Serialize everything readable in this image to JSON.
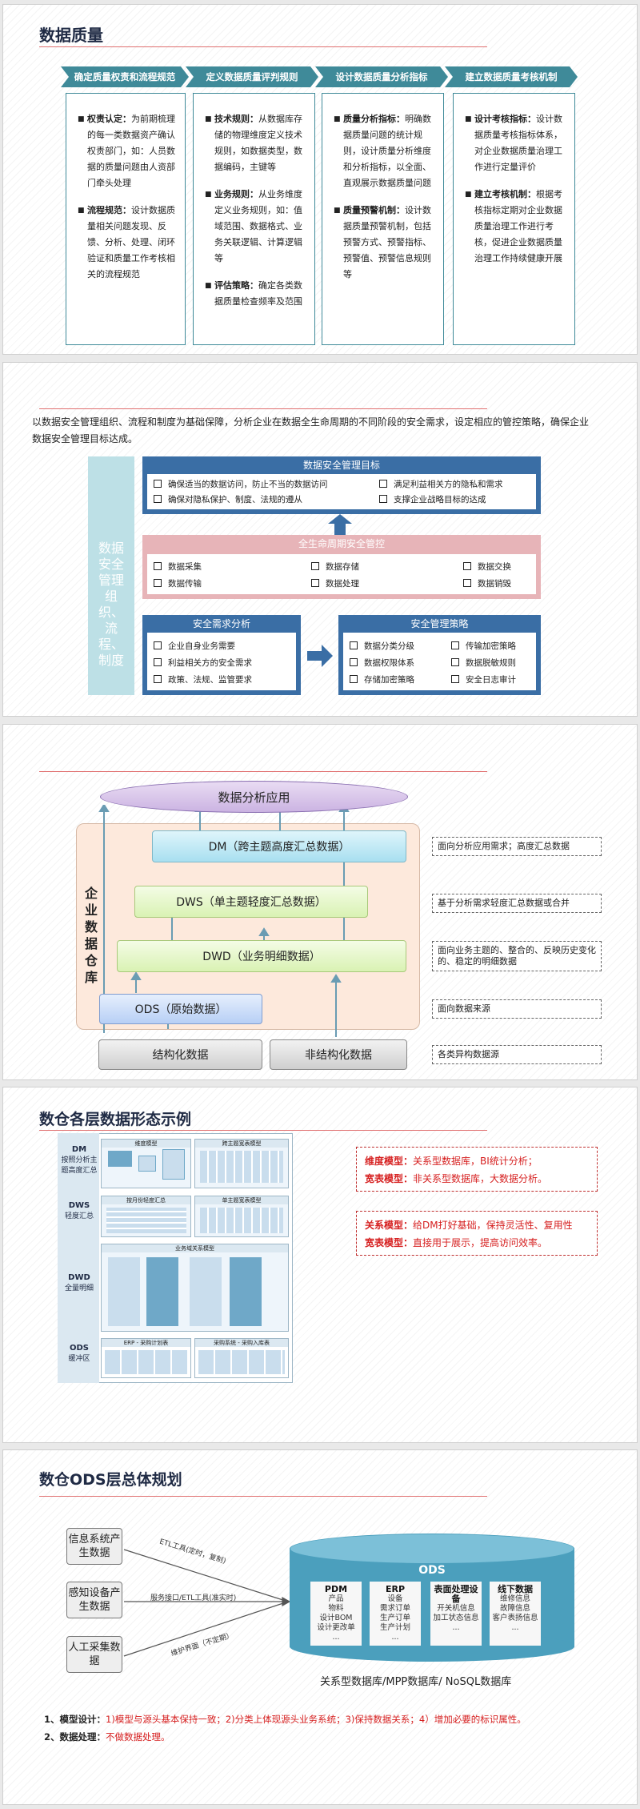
{
  "slide1": {
    "title": "数据质量",
    "steps": [
      "确定质量权责和流程规范",
      "定义数据质量评判规则",
      "设计数据质量分析指标",
      "建立数据质量考核机制"
    ],
    "columns": [
      [
        {
          "head": "权责认定：",
          "body": "为前期梳理的每一类数据资产确认权责部门，如：人员数据的质量问题由人资部门牵头处理"
        },
        {
          "head": "流程规范：",
          "body": "设计数据质量相关问题发现、反馈、分析、处理、闭环验证和质量工作考核相关的流程规范"
        }
      ],
      [
        {
          "head": "技术规则：",
          "body": "从数据库存储的物理维度定义技术规则，如数据类型，数据编码，主键等"
        },
        {
          "head": "业务规则：",
          "body": "从业务维度定义业务规则，如：值域范围、数据格式、业务关联逻辑、计算逻辑等"
        },
        {
          "head": "评估策略：",
          "body": "确定各类数据质量检查频率及范围"
        }
      ],
      [
        {
          "head": "质量分析指标：",
          "body": "明确数据质量问题的统计规则，设计质量分析维度和分析指标，以全面、直观展示数据质量问题"
        },
        {
          "head": "质量预警机制：",
          "body": "设计数据质量预警机制，包括预警方式、预警指标、预警值、预警信息规则等"
        }
      ],
      [
        {
          "head": "设计考核指标：",
          "body": "设计数据质量考核指标体系，对企业数据质量治理工作进行定量评价"
        },
        {
          "head": "建立考核机制：",
          "body": "根据考核指标定期对企业数据质量治理工作进行考核，促进企业数据质量治理工作持续健康开展"
        }
      ]
    ]
  },
  "slide2": {
    "intro": "以数据安全管理组织、流程和制度为基础保障，分析企业在数据全生命周期的不同阶段的安全需求，设定相应的管控策略，确保企业数据安全管理目标达成。",
    "side_label": "数据安全管理组织、流程、制度",
    "goals_title": "数据安全管理目标",
    "goals": [
      "确保适当的数据访问，防止不当的数据访问",
      "满足利益相关方的隐私和需求",
      "确保对隐私保护、制度、法规的遵从",
      "支撑企业战略目标的达成"
    ],
    "lifecycle_title": "全生命周期安全管控",
    "lifecycle": [
      "数据采集",
      "数据存储",
      "数据交换",
      "数据传输",
      "数据处理",
      "数据销毁"
    ],
    "needs_title": "安全需求分析",
    "needs": [
      "企业自身业务需要",
      "利益相关方的安全需求",
      "政策、法规、监管要求"
    ],
    "strategy_title": "安全管理策略",
    "strategy": [
      "数据分类分级",
      "传输加密策略",
      "数据权限体系",
      "数据脱敏规则",
      "存储加密策略",
      "安全日志审计"
    ],
    "colors": {
      "blue": "#3a6ea5",
      "pink": "#e7b4b8",
      "teal": "#bde0e6"
    }
  },
  "slide3": {
    "top": "数据分析应用",
    "side_label": "企业数据仓库",
    "layers": {
      "dm": "DM（跨主题高度汇总数据）",
      "dws": "DWS（单主题轻度汇总数据）",
      "dwd": "DWD（业务明细数据）",
      "ods": "ODS（原始数据）"
    },
    "sources": [
      "结构化数据",
      "非结构化数据"
    ],
    "notes": [
      "面向分析应用需求；高度汇总数据",
      "基于分析需求轻度汇总数据或合并",
      "面向业务主题的、整合的、反映历史变化的、稳定的明细数据",
      "面向数据来源",
      "各类异构数据源"
    ]
  },
  "slide4": {
    "title": "数仓各层数据形态示例",
    "rows": [
      {
        "code": "DM",
        "desc": "按照分析主题高度汇总",
        "panels": [
          "维度模型",
          "跨主题宽表模型"
        ]
      },
      {
        "code": "DWS",
        "desc": "轻度汇总",
        "panels": [
          "按月份轻度汇总",
          "单主题宽表模型"
        ]
      },
      {
        "code": "DWD",
        "desc": "全量明细",
        "panels": [
          "业务域关系模型"
        ]
      },
      {
        "code": "ODS",
        "desc": "缓冲区",
        "panels": [
          "ERP - 采购计划表",
          "采购系统 - 采购入库表"
        ]
      }
    ],
    "notes1": [
      {
        "head": "维度模型：",
        "body": "关系型数据库，BI统计分析；"
      },
      {
        "head": "宽表模型：",
        "body": "非关系型数据库，大数据分析。"
      }
    ],
    "notes2": [
      {
        "head": "关系模型：",
        "body": "给DM打好基础，保持灵活性、复用性"
      },
      {
        "head": "宽表模型：",
        "body": "直接用于展示，提高访问效率。"
      }
    ]
  },
  "slide5": {
    "title": "数仓ODS层总体规划",
    "sources": [
      "信息系统产生数据",
      "感知设备产生数据",
      "人工采集数据"
    ],
    "links": [
      "ETL工具(定时，复制)",
      "服务接口/ETL工具(准实时)",
      "维护界面（不定期）"
    ],
    "ods_title": "ODS",
    "ods_groups": [
      {
        "head": "PDM",
        "items": [
          "产品",
          "物料",
          "设计BOM",
          "设计更改单",
          "..."
        ]
      },
      {
        "head": "ERP",
        "items": [
          "设备",
          "需求订单",
          "生产订单",
          "生产计划",
          "..."
        ]
      },
      {
        "head": "表面处理设备",
        "items": [
          "开关机信息",
          "加工状态信息",
          "..."
        ]
      },
      {
        "head": "线下数据",
        "items": [
          "维修信息",
          "故障信息",
          "客户表扬信息",
          "..."
        ]
      }
    ],
    "db_caption": "关系型数据库/MPP数据库/ NoSQL数据库",
    "notes": [
      {
        "label": "1、模型设计：",
        "body": "1)模型与源头基本保持一致；2)分类上体现源头业务系统；3)保持数据关系；4）增加必要的标识属性。"
      },
      {
        "label": "2、数据处理：",
        "body": "不做数据处理。"
      }
    ]
  }
}
